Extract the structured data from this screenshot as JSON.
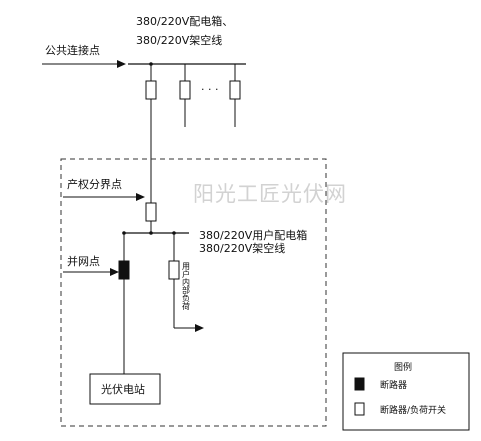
{
  "bus_top": {
    "label_line1": "380/220V配电箱、",
    "label_line2": "380/220V架空线"
  },
  "public_connection_point": "公共连接点",
  "property_boundary_point": "产权分界点",
  "grid_connection_point": "并网点",
  "bus_user": {
    "label_line1": "380/220V用户配电箱",
    "label_line2": "380/220V架空线"
  },
  "user_internal_load": "用户内部负荷",
  "pv_station": "光伏电站",
  "ellipsis": "· · ·",
  "watermark": "阳光工匠光伏网",
  "legend": {
    "title": "图例",
    "breaker": "断路器",
    "breaker_or_load_switch": "断路器/负荷开关"
  }
}
